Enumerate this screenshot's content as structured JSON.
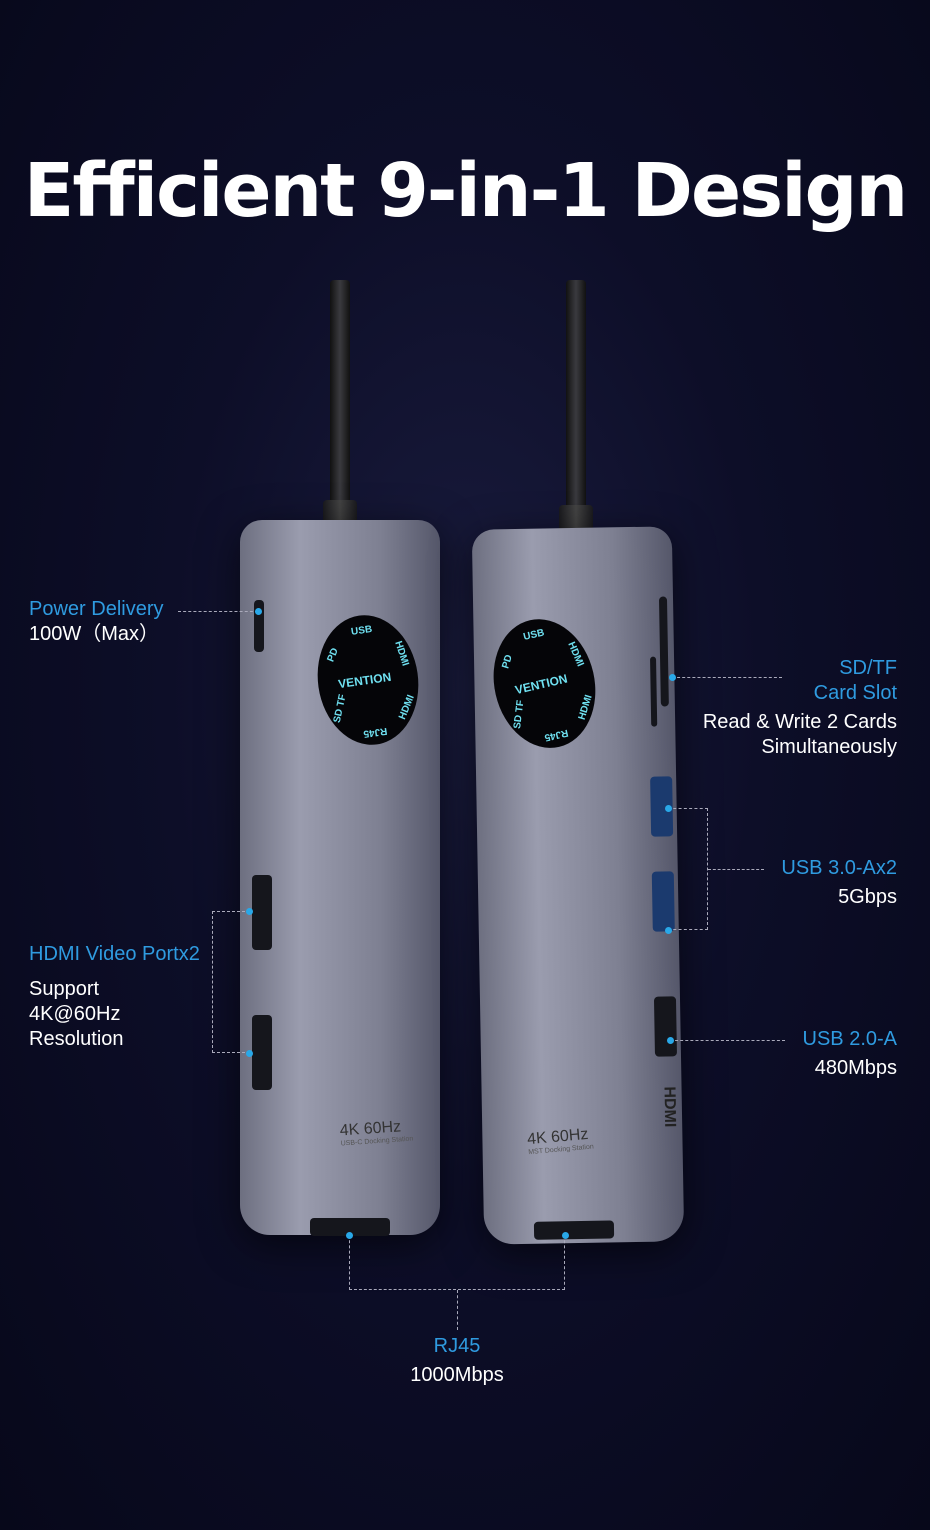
{
  "title": "Efficient 9-in-1 Design",
  "device": {
    "brand": "VENTION",
    "dial_labels": [
      "USB",
      "HDMI",
      "HDMI",
      "RJ45",
      "SD TF",
      "PD"
    ],
    "left_spec": "4K 60Hz",
    "left_sub": "USB-C Docking Station",
    "right_spec": "4K 60Hz",
    "right_sub": "MST Docking Station",
    "side_logo": "HDMI"
  },
  "callouts": {
    "power": {
      "title": "Power Delivery",
      "detail": "100W（Max）"
    },
    "hdmi": {
      "title": "HDMI Video Portx2",
      "detail": [
        "Support",
        "4K@60Hz",
        "Resolution"
      ]
    },
    "sd": {
      "title": [
        "SD/TF",
        "Card Slot"
      ],
      "detail": [
        "Read & Write 2 Cards",
        "Simultaneously"
      ]
    },
    "usb3": {
      "title": "USB 3.0-Ax2",
      "detail": "5Gbps"
    },
    "usb2": {
      "title": "USB 2.0-A",
      "detail": "480Mbps"
    },
    "rj45": {
      "title": "RJ45",
      "detail": "1000Mbps"
    }
  },
  "colors": {
    "accent": "#2f9be0",
    "background": "#0d0e28"
  }
}
